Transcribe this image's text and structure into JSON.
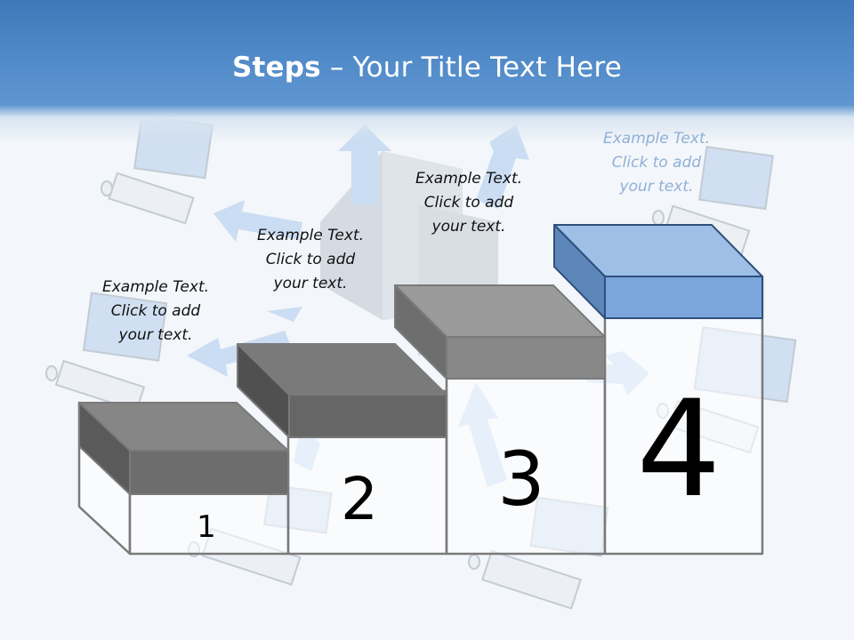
{
  "title": {
    "bold": "Steps",
    "rest": " – Your Title Text Here"
  },
  "colors": {
    "title_band": "#4f89c7",
    "gray_top": "#868686",
    "gray_front": "#6d6d6d",
    "gray_side": "#5a5a5a",
    "blue_top": "#9fc0e6",
    "blue_front": "#7aa6dc",
    "blue_side": "#5d86bb",
    "outline": "#7a7a7a"
  },
  "steps": [
    {
      "number": "1",
      "text": [
        "Example Text.",
        "Click  to add",
        "your text."
      ],
      "highlighted": false
    },
    {
      "number": "2",
      "text": [
        "Example Text.",
        "Click  to add",
        "your text."
      ],
      "highlighted": false
    },
    {
      "number": "3",
      "text": [
        "Example Text.",
        "Click  to add",
        "your text."
      ],
      "highlighted": false
    },
    {
      "number": "4",
      "text": [
        "Example Text.",
        "Click  to add",
        "your text."
      ],
      "highlighted": true
    }
  ],
  "background": {
    "icons": [
      "monitor-icon",
      "keyboard-icon",
      "mouse-icon",
      "server-tower-icon",
      "arrow-icon"
    ]
  }
}
